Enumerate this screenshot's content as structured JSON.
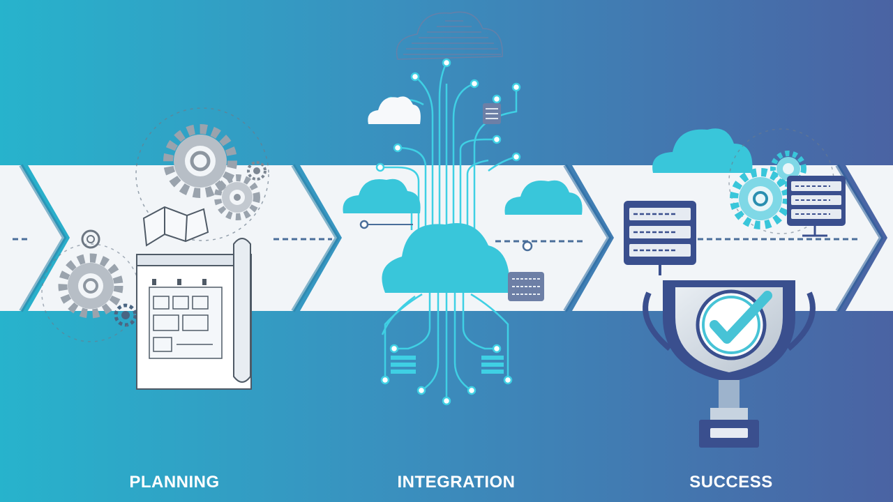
{
  "stages": [
    {
      "id": "planning",
      "label": "PLANNING"
    },
    {
      "id": "integration",
      "label": "INTEGRATION"
    },
    {
      "id": "success",
      "label": "SUCCESS"
    }
  ],
  "colors": {
    "background_start": "#27b3cc",
    "background_end": "#4a63a3",
    "band": "#f2f5f8",
    "cyan_accent": "#39c6da",
    "navy": "#3a4f8e",
    "check": "#47c3d6",
    "gear": "#9aa3ad"
  },
  "icons": [
    "gear-icon",
    "blueprint-icon",
    "cloud-icon",
    "circuit-icon",
    "server-rack-icon",
    "trophy-icon",
    "checkmark-icon"
  ]
}
